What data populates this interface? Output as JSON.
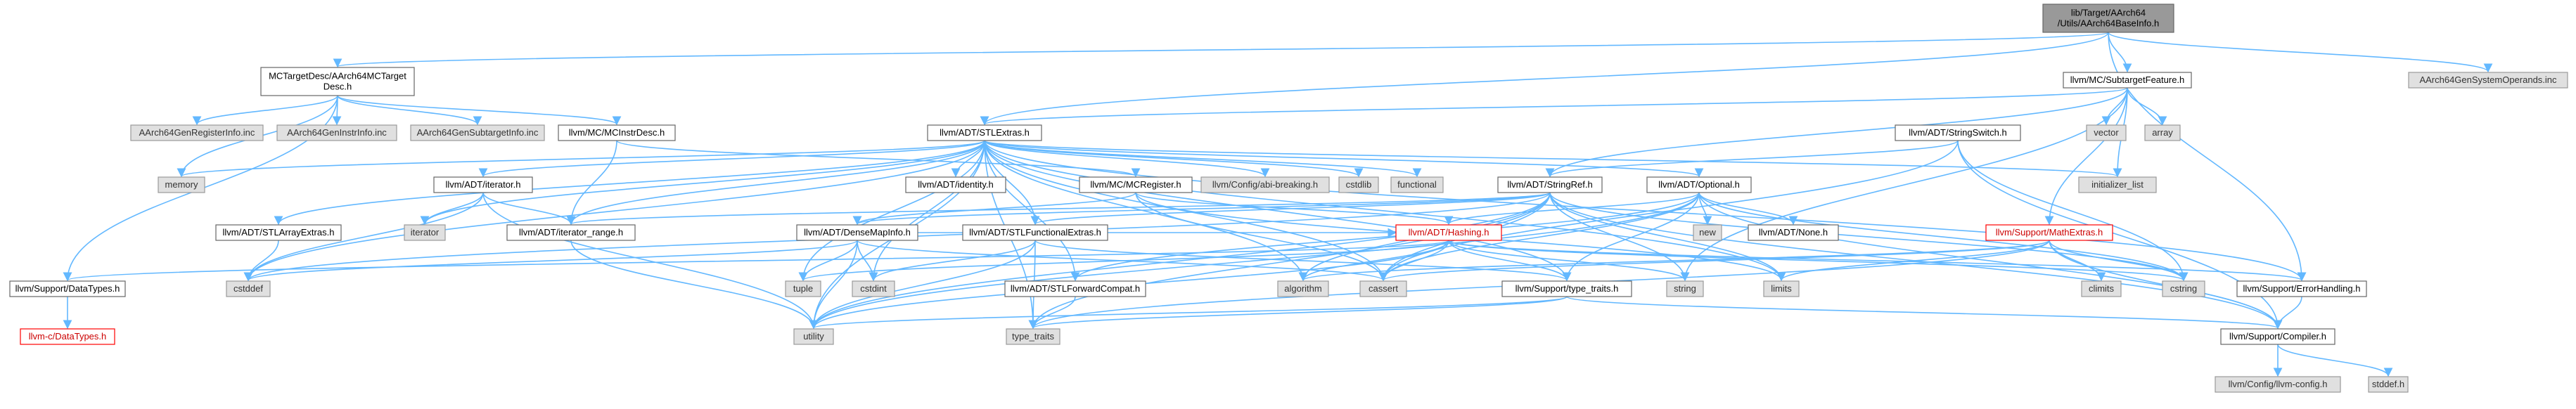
{
  "nodes": {
    "root": {
      "lines": [
        "lib/Target/AArch64",
        "/Utils/AArch64BaseInfo.h"
      ]
    },
    "mctargetdesc": {
      "lines": [
        "MCTargetDesc/AArch64MCTarget",
        "Desc.h"
      ]
    },
    "subtargetfeature": {
      "lines": [
        "llvm/MC/SubtargetFeature.h"
      ]
    },
    "sysoperands": {
      "lines": [
        "AArch64GenSystemOperands.inc"
      ]
    },
    "reginfo": {
      "lines": [
        "AArch64GenRegisterInfo.inc"
      ]
    },
    "instrinfo": {
      "lines": [
        "AArch64GenInstrInfo.inc"
      ]
    },
    "subtargetinfo": {
      "lines": [
        "AArch64GenSubtargetInfo.inc"
      ]
    },
    "mcinstrdesc": {
      "lines": [
        "llvm/MC/MCInstrDesc.h"
      ]
    },
    "stlextras": {
      "lines": [
        "llvm/ADT/STLExtras.h"
      ]
    },
    "stringswitch": {
      "lines": [
        "llvm/ADT/StringSwitch.h"
      ]
    },
    "vector": {
      "lines": [
        "vector"
      ]
    },
    "array": {
      "lines": [
        "array"
      ]
    },
    "memory": {
      "lines": [
        "memory"
      ]
    },
    "iteratorh": {
      "lines": [
        "llvm/ADT/iterator.h"
      ]
    },
    "identity": {
      "lines": [
        "llvm/ADT/identity.h"
      ]
    },
    "mcregister": {
      "lines": [
        "llvm/MC/MCRegister.h"
      ]
    },
    "abibreaking": {
      "lines": [
        "llvm/Config/abi-breaking.h"
      ]
    },
    "cstdlib": {
      "lines": [
        "cstdlib"
      ]
    },
    "functional": {
      "lines": [
        "functional"
      ]
    },
    "stringref": {
      "lines": [
        "llvm/ADT/StringRef.h"
      ]
    },
    "optional": {
      "lines": [
        "llvm/ADT/Optional.h"
      ]
    },
    "initlist": {
      "lines": [
        "initializer_list"
      ]
    },
    "iteratorstd": {
      "lines": [
        "iterator"
      ]
    },
    "stlarrayextras": {
      "lines": [
        "llvm/ADT/STLArrayExtras.h"
      ]
    },
    "iterrange": {
      "lines": [
        "llvm/ADT/iterator_range.h"
      ]
    },
    "densemapinfo": {
      "lines": [
        "llvm/ADT/DenseMapInfo.h"
      ]
    },
    "stlfunctional": {
      "lines": [
        "llvm/ADT/STLFunctionalExtras.h"
      ]
    },
    "hashing": {
      "lines": [
        "llvm/ADT/Hashing.h"
      ]
    },
    "newh": {
      "lines": [
        "new"
      ]
    },
    "noneh": {
      "lines": [
        "llvm/ADT/None.h"
      ]
    },
    "mathextras": {
      "lines": [
        "llvm/Support/MathExtras.h"
      ]
    },
    "datatypes": {
      "lines": [
        "llvm/Support/DataTypes.h"
      ]
    },
    "cdatatypes": {
      "lines": [
        "llvm-c/DataTypes.h"
      ]
    },
    "cstddef": {
      "lines": [
        "cstddef"
      ]
    },
    "tuple": {
      "lines": [
        "tuple"
      ]
    },
    "cstdint": {
      "lines": [
        "cstdint"
      ]
    },
    "stlforward": {
      "lines": [
        "llvm/ADT/STLForwardCompat.h"
      ]
    },
    "algorithm": {
      "lines": [
        "algorithm"
      ]
    },
    "cassert": {
      "lines": [
        "cassert"
      ]
    },
    "typetraitsllvm": {
      "lines": [
        "llvm/Support/type_traits.h"
      ]
    },
    "string": {
      "lines": [
        "string"
      ]
    },
    "limits": {
      "lines": [
        "limits"
      ]
    },
    "climits": {
      "lines": [
        "climits"
      ]
    },
    "cstring": {
      "lines": [
        "cstring"
      ]
    },
    "errorhandling": {
      "lines": [
        "llvm/Support/ErrorHandling.h"
      ]
    },
    "utility": {
      "lines": [
        "utility"
      ]
    },
    "typetraits": {
      "lines": [
        "type_traits"
      ]
    },
    "compiler": {
      "lines": [
        "llvm/Support/Compiler.h"
      ]
    },
    "llvmconfig": {
      "lines": [
        "llvm/Config/llvm-config.h"
      ]
    },
    "stddef": {
      "lines": [
        "stddef.h"
      ]
    }
  },
  "colors": {
    "edge": "#63b8ff",
    "node_border": "#666666",
    "external_fill": "#e0e0e0",
    "root_fill": "#999999",
    "truncated_border": "#ff0000"
  }
}
